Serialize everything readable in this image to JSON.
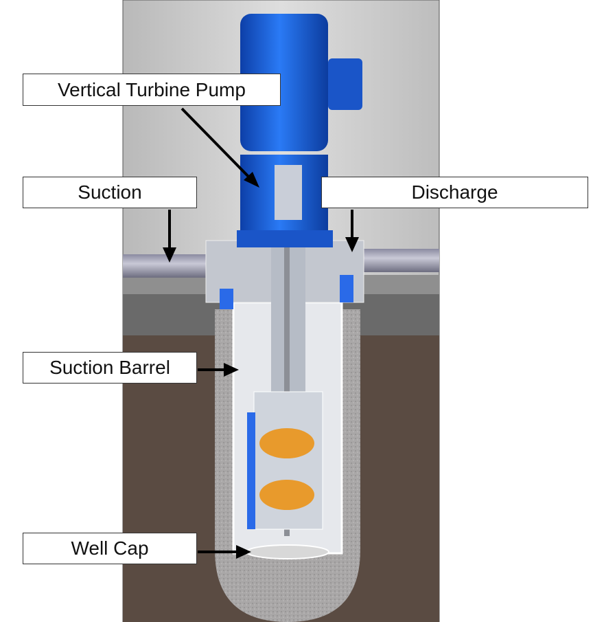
{
  "labels": {
    "vertical_turbine_pump": "Vertical Turbine Pump",
    "suction": "Suction",
    "discharge": "Discharge",
    "suction_barrel": "Suction Barrel",
    "well_cap": "Well Cap"
  },
  "colors": {
    "motor": "#1e63e0",
    "impeller": "#e89a2c",
    "soil": "#5a4b42",
    "concrete": "#a8a6a6",
    "background": "#cfcfcf"
  }
}
